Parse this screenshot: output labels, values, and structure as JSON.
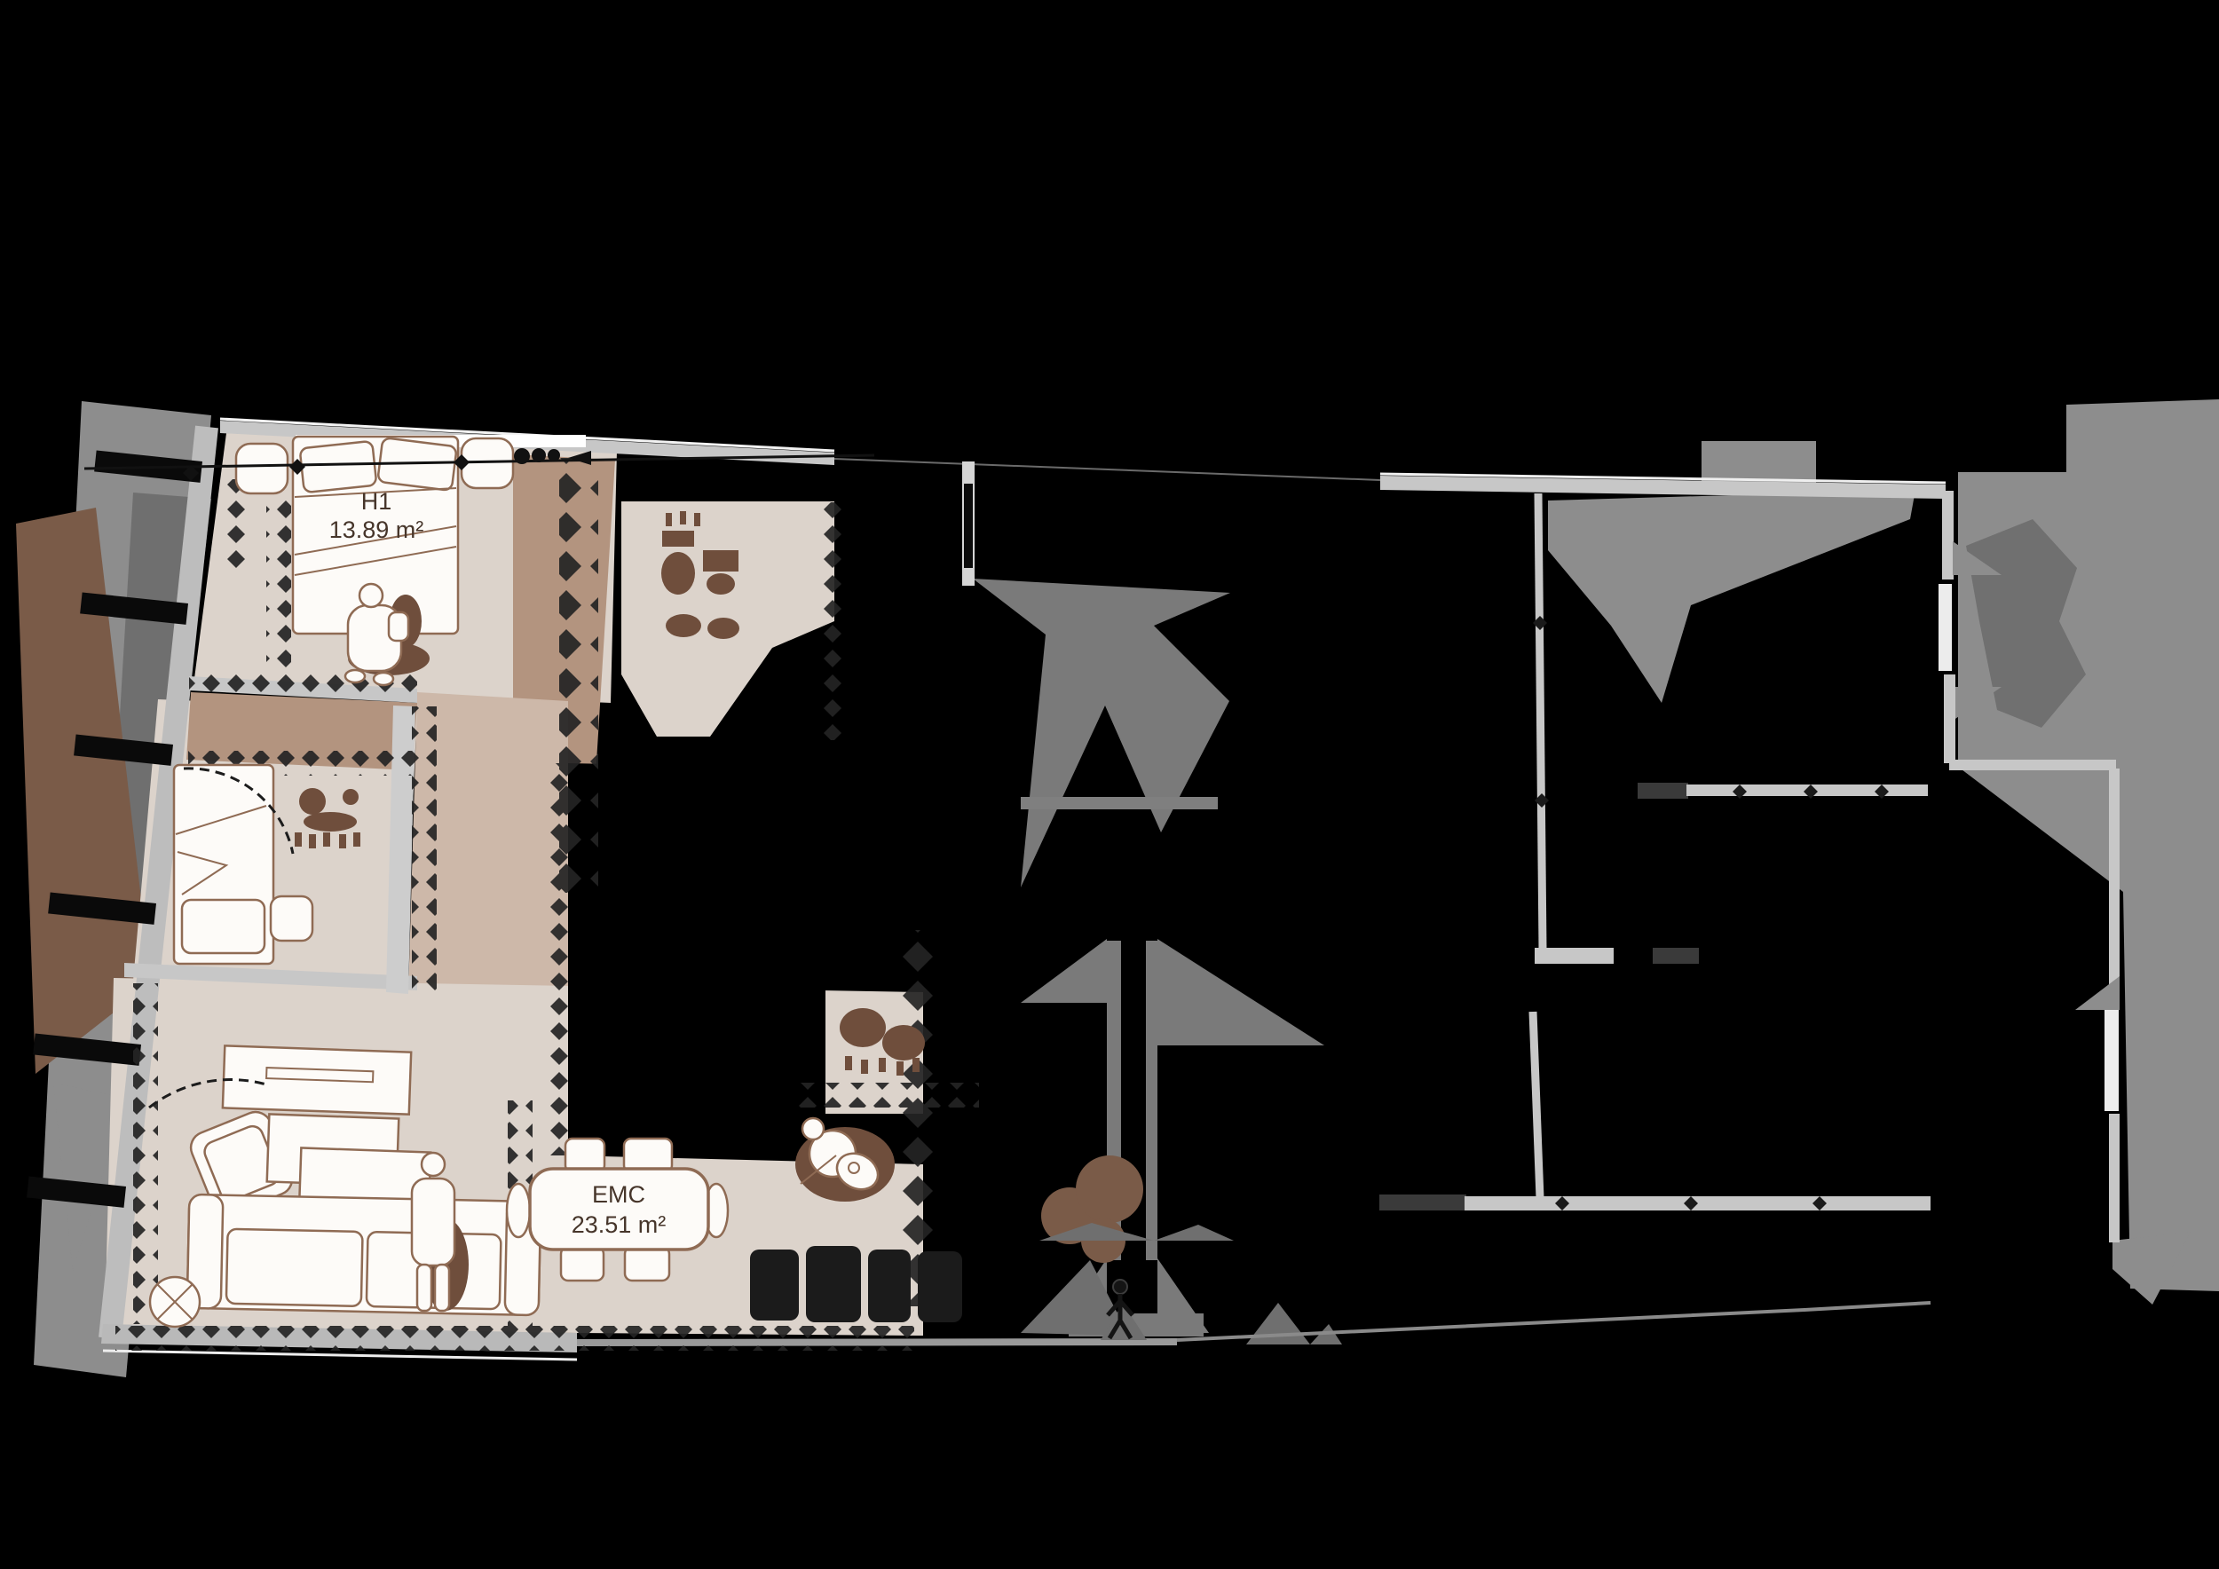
{
  "plan": {
    "type": "apartment-floor-plan",
    "rooms": [
      {
        "code": "H1",
        "area_label": "13.89 m²"
      },
      {
        "code": "EMC",
        "area_label": "23.51 m²"
      }
    ],
    "colors": {
      "background": "#000000",
      "floor_light": "#dcd3cb",
      "floor_pink": "#cdb8a9",
      "accent_brown": "#b3947f",
      "fixture_brown": "#6f4e3c",
      "outline_brown": "#8f6b54",
      "wall_gray": "#c7c7c7",
      "wall_dark": "#3a3a3a",
      "shadow_gray": "#8d8d8d",
      "shadow_gray_dark": "#6f6f6f",
      "noise_dark": "#242424",
      "label_text": "#46352a"
    }
  }
}
